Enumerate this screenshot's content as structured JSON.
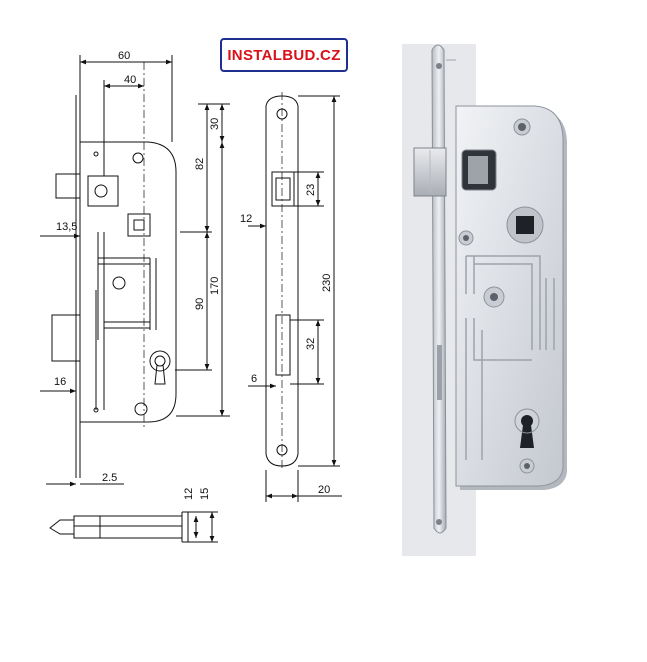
{
  "logo": {
    "text": "INSTALBUD.CZ",
    "color": "#d9111a",
    "frame_color": "#1f2f8f"
  },
  "drawing": {
    "line_color": "#111111",
    "front_view": {
      "dims": {
        "width_total": "60",
        "backset": "40",
        "latch_offset": "13,5",
        "lower_offset": "16",
        "faceplate_thickness": "2.5",
        "top_to_follower": "30",
        "follower_to_key": "90",
        "center_upper": "82",
        "case_height": "170"
      }
    },
    "side_view": {
      "dims": {
        "latch_height": "23",
        "latch_projection": "12",
        "bolt_height": "32",
        "bolt_projection": "6",
        "plate_height": "230",
        "plate_width": "20"
      }
    },
    "top_view": {
      "dims": {
        "height_a": "12",
        "height_b": "15"
      }
    }
  },
  "photo": {
    "plate_color": "#c9ccd2",
    "body_color": "#dde0e5",
    "shadow_color": "#9a9ea6"
  }
}
